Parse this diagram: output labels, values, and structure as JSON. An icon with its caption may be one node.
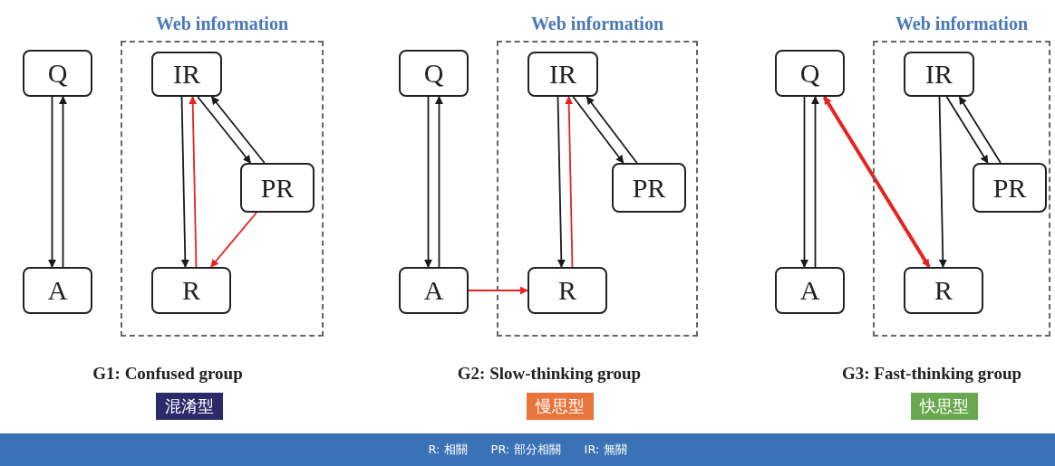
{
  "diagram": {
    "nodes": [
      {
        "text": [
          "Q"
        ]
      },
      {
        "text": [
          "A"
        ]
      },
      {
        "text": [
          "Web information"
        ]
      },
      {
        "text": [
          "IR"
        ],
        "in": 2
      },
      {
        "text": [
          "PR"
        ],
        "in": 2
      },
      {
        "text": [
          "R"
        ],
        "in": 2
      },
      {
        "text": [
          "混淆型"
        ]
      },
      {
        "text": [
          "Q"
        ]
      },
      {
        "text": [
          "A"
        ]
      },
      {
        "text": [
          "Web information"
        ]
      },
      {
        "text": [
          "IR"
        ],
        "in": 9
      },
      {
        "text": [
          "PR"
        ],
        "in": 9
      },
      {
        "text": [
          "R"
        ],
        "in": 9
      },
      {
        "text": [
          "慢思型"
        ]
      },
      {
        "text": [
          "Q"
        ]
      },
      {
        "text": [
          "A"
        ]
      },
      {
        "text": [
          "Web information"
        ]
      },
      {
        "text": [
          "IR"
        ],
        "in": 16
      },
      {
        "text": [
          "PR"
        ],
        "in": 16
      },
      {
        "text": [
          "R"
        ],
        "in": 16
      },
      {
        "text": [
          "快思型"
        ]
      },
      {
        "text": [
          "R: 相關",
          "PR: 部分相關",
          "IR: 無關"
        ]
      }
    ],
    "edges": [
      {
        "from": 0,
        "to": 1,
        "arrow": "to"
      },
      {
        "from": 1,
        "to": 0,
        "arrow": "to"
      },
      {
        "from": 3,
        "to": 5,
        "arrow": "to"
      },
      {
        "from": 5,
        "to": 3,
        "arrow": "to",
        "color": "#e8231f"
      },
      {
        "from": 3,
        "to": 4,
        "arrow": "to"
      },
      {
        "from": 4,
        "to": 3,
        "arrow": "to"
      },
      {
        "from": 4,
        "to": 5,
        "arrow": "to",
        "color": "#e8231f"
      },
      {
        "from": 7,
        "to": 8,
        "arrow": "to"
      },
      {
        "from": 8,
        "to": 7,
        "arrow": "to"
      },
      {
        "from": 10,
        "to": 12,
        "arrow": "to"
      },
      {
        "from": 12,
        "to": 10,
        "arrow": "to",
        "color": "#e8231f"
      },
      {
        "from": 10,
        "to": 11,
        "arrow": "to"
      },
      {
        "from": 11,
        "to": 10,
        "arrow": "to"
      },
      {
        "from": 8,
        "to": 12,
        "arrow": "to",
        "color": "#e8231f"
      },
      {
        "from": 14,
        "to": 15,
        "arrow": "to"
      },
      {
        "from": 15,
        "to": 14,
        "arrow": "to"
      },
      {
        "from": 17,
        "to": 19,
        "arrow": "to"
      },
      {
        "from": 17,
        "to": 18,
        "arrow": "to"
      },
      {
        "from": 18,
        "to": 17,
        "arrow": "to"
      },
      {
        "from": 14,
        "to": 19,
        "arrow": "both",
        "style": "thick",
        "color": "#e8231f"
      }
    ],
    "labels": [
      "G1: Confused group",
      "G2: Slow-thinking group",
      "G3: Fast-thinking group"
    ]
  }
}
